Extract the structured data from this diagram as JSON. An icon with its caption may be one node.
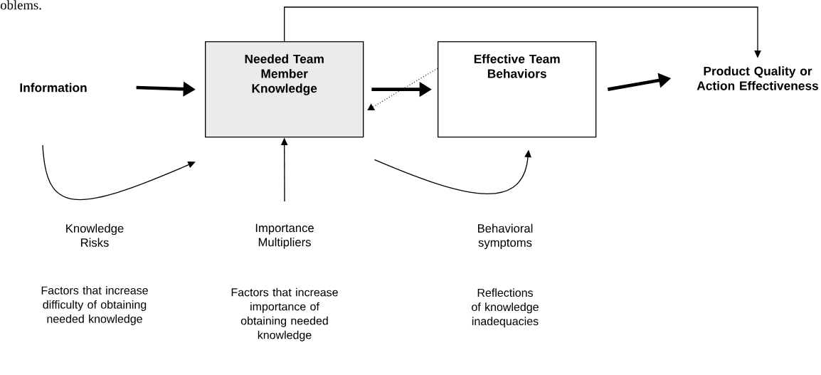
{
  "diagram": {
    "nodes": [
      {
        "text": [
          "Information"
        ]
      },
      {
        "text": [
          "Needed Team Member Knowledge"
        ]
      },
      {
        "text": [
          "Effective Team Behaviors"
        ]
      },
      {
        "text": [
          "Product Quality or Action Effectiveness"
        ]
      },
      {
        "text": [
          "Knowledge Risks"
        ],
        "beside": [
          "Factors that increase difficulty of obtaining needed knowledge"
        ]
      },
      {
        "text": [
          "Importance Multipliers"
        ],
        "beside": [
          "Factors that increase importance of obtaining needed knowledge"
        ]
      },
      {
        "text": [
          "Behavioral symptoms"
        ],
        "beside": [
          "Reflections of knowledge inadequacies"
        ]
      }
    ],
    "edges": [
      {
        "from": 0,
        "to": 1,
        "arrow": "to",
        "style": "thick"
      },
      {
        "from": 1,
        "to": 2,
        "arrow": "to",
        "style": "thick"
      },
      {
        "from": 2,
        "to": 1,
        "arrow": "to",
        "style": "dashed"
      },
      {
        "from": 2,
        "to": 3,
        "arrow": "to",
        "style": "thick"
      },
      {
        "from": 1,
        "to": 3,
        "arrow": "to"
      },
      {
        "from": 0,
        "to": 1,
        "arrow": "to"
      },
      {
        "from": 5,
        "to": 1,
        "arrow": "to"
      },
      {
        "from": 1,
        "to": 2,
        "arrow": "to"
      }
    ],
    "labels": [
      "oblems."
    ]
  }
}
